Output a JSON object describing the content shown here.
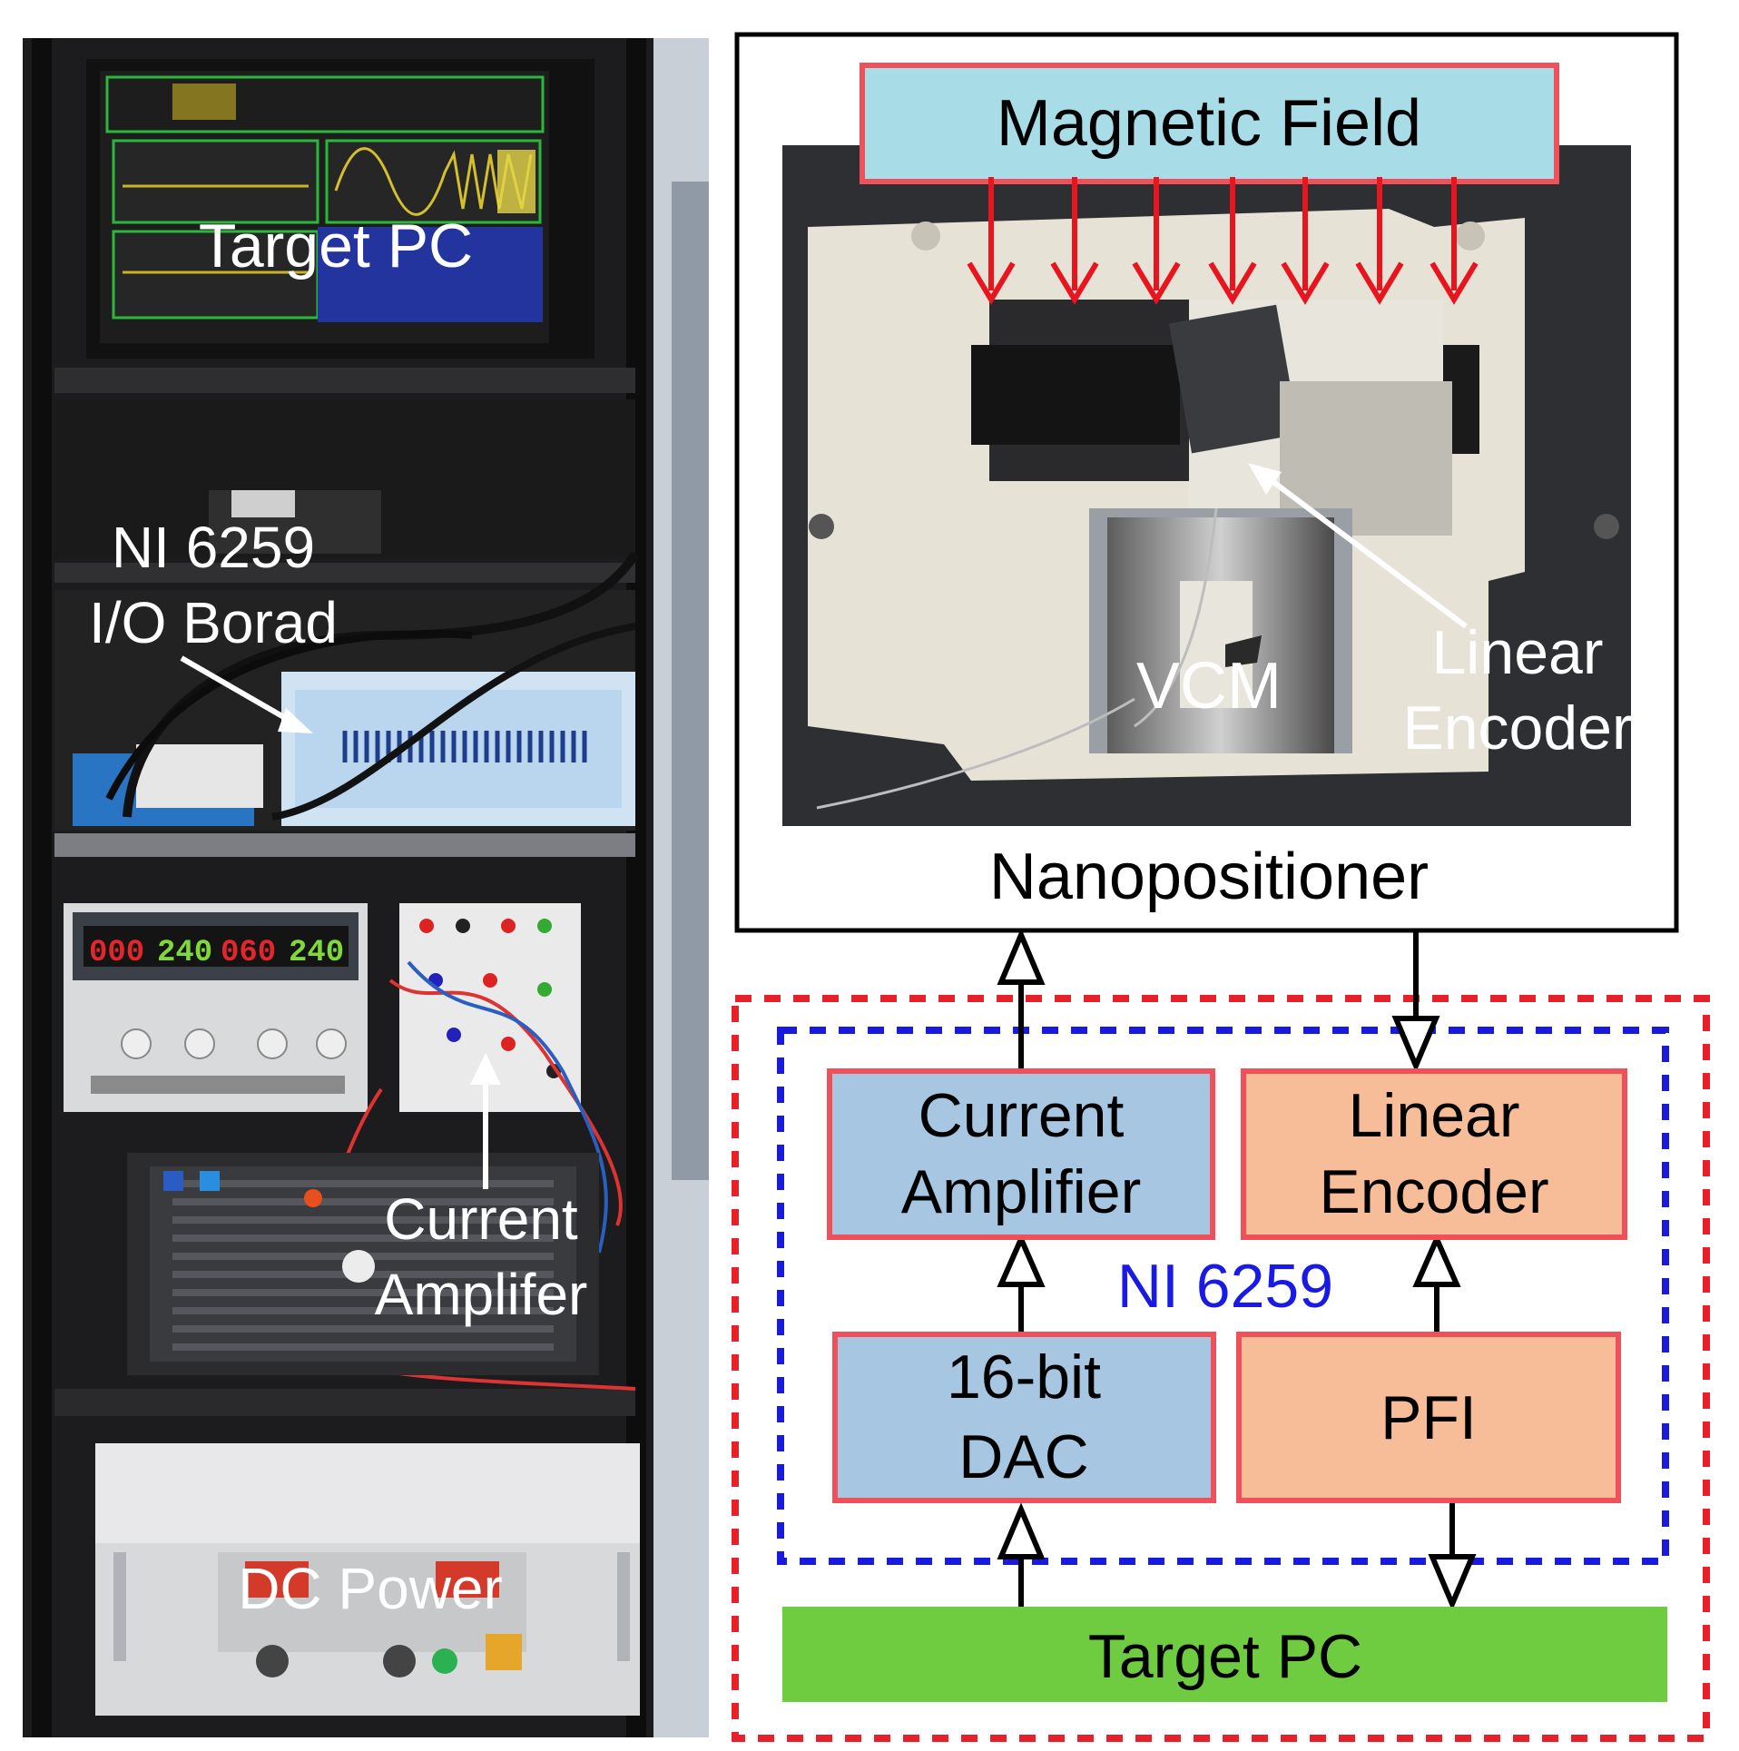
{
  "photo_rack": {
    "labels": {
      "target_pc": "Target PC",
      "ni_board_line1": "NI 6259",
      "ni_board_line2": "I/O Borad",
      "amplifier_line1": "Current",
      "amplifier_line2": "Amplifer",
      "dc_power": "DC Power"
    },
    "power_supply_display": [
      "000",
      "240",
      "060",
      "240"
    ]
  },
  "photo_positioner": {
    "labels": {
      "vcm": "VCM",
      "encoder_line1": "Linear",
      "encoder_line2": "Encoder"
    }
  },
  "diagram": {
    "magnetic_field": "Magnetic Field",
    "nanopositioner": "Nanopositioner",
    "ni_group": "NI 6259",
    "current_amplifier_line1": "Current",
    "current_amplifier_line2": "Amplifier",
    "linear_encoder_line1": "Linear",
    "linear_encoder_line2": "Encoder",
    "dac_line1": "16-bit",
    "dac_line2": "DAC",
    "pfi": "PFI",
    "target_pc": "Target PC",
    "colors": {
      "magnetic_field_fill": "#a8dce6",
      "blue_box_fill": "#a7c6e1",
      "orange_box_fill": "#f7bd98",
      "green_bar_fill": "#6fcb3f",
      "box_border_red": "#f0505a",
      "dashed_red": "#e8202a",
      "dashed_blue": "#1a1adc",
      "ni_label_blue": "#1a1ae6"
    }
  }
}
